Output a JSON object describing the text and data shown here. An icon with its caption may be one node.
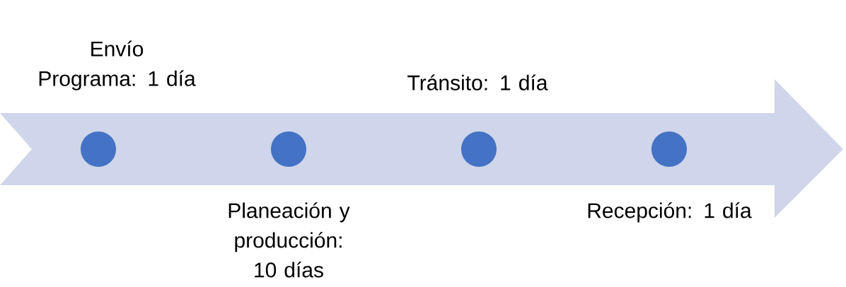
{
  "diagram": {
    "nodes": [
      {
        "text": [],
        "shape": "circle",
        "beside": [
          "Envío Programa: 1 día"
        ]
      },
      {
        "text": [],
        "shape": "circle",
        "beside": [
          "Planeación y producción: 10 días"
        ]
      },
      {
        "text": [],
        "shape": "circle",
        "beside": [
          "Tránsito: 1 día"
        ]
      },
      {
        "text": [],
        "shape": "circle",
        "beside": [
          "Recepción: 1 día"
        ]
      }
    ]
  }
}
